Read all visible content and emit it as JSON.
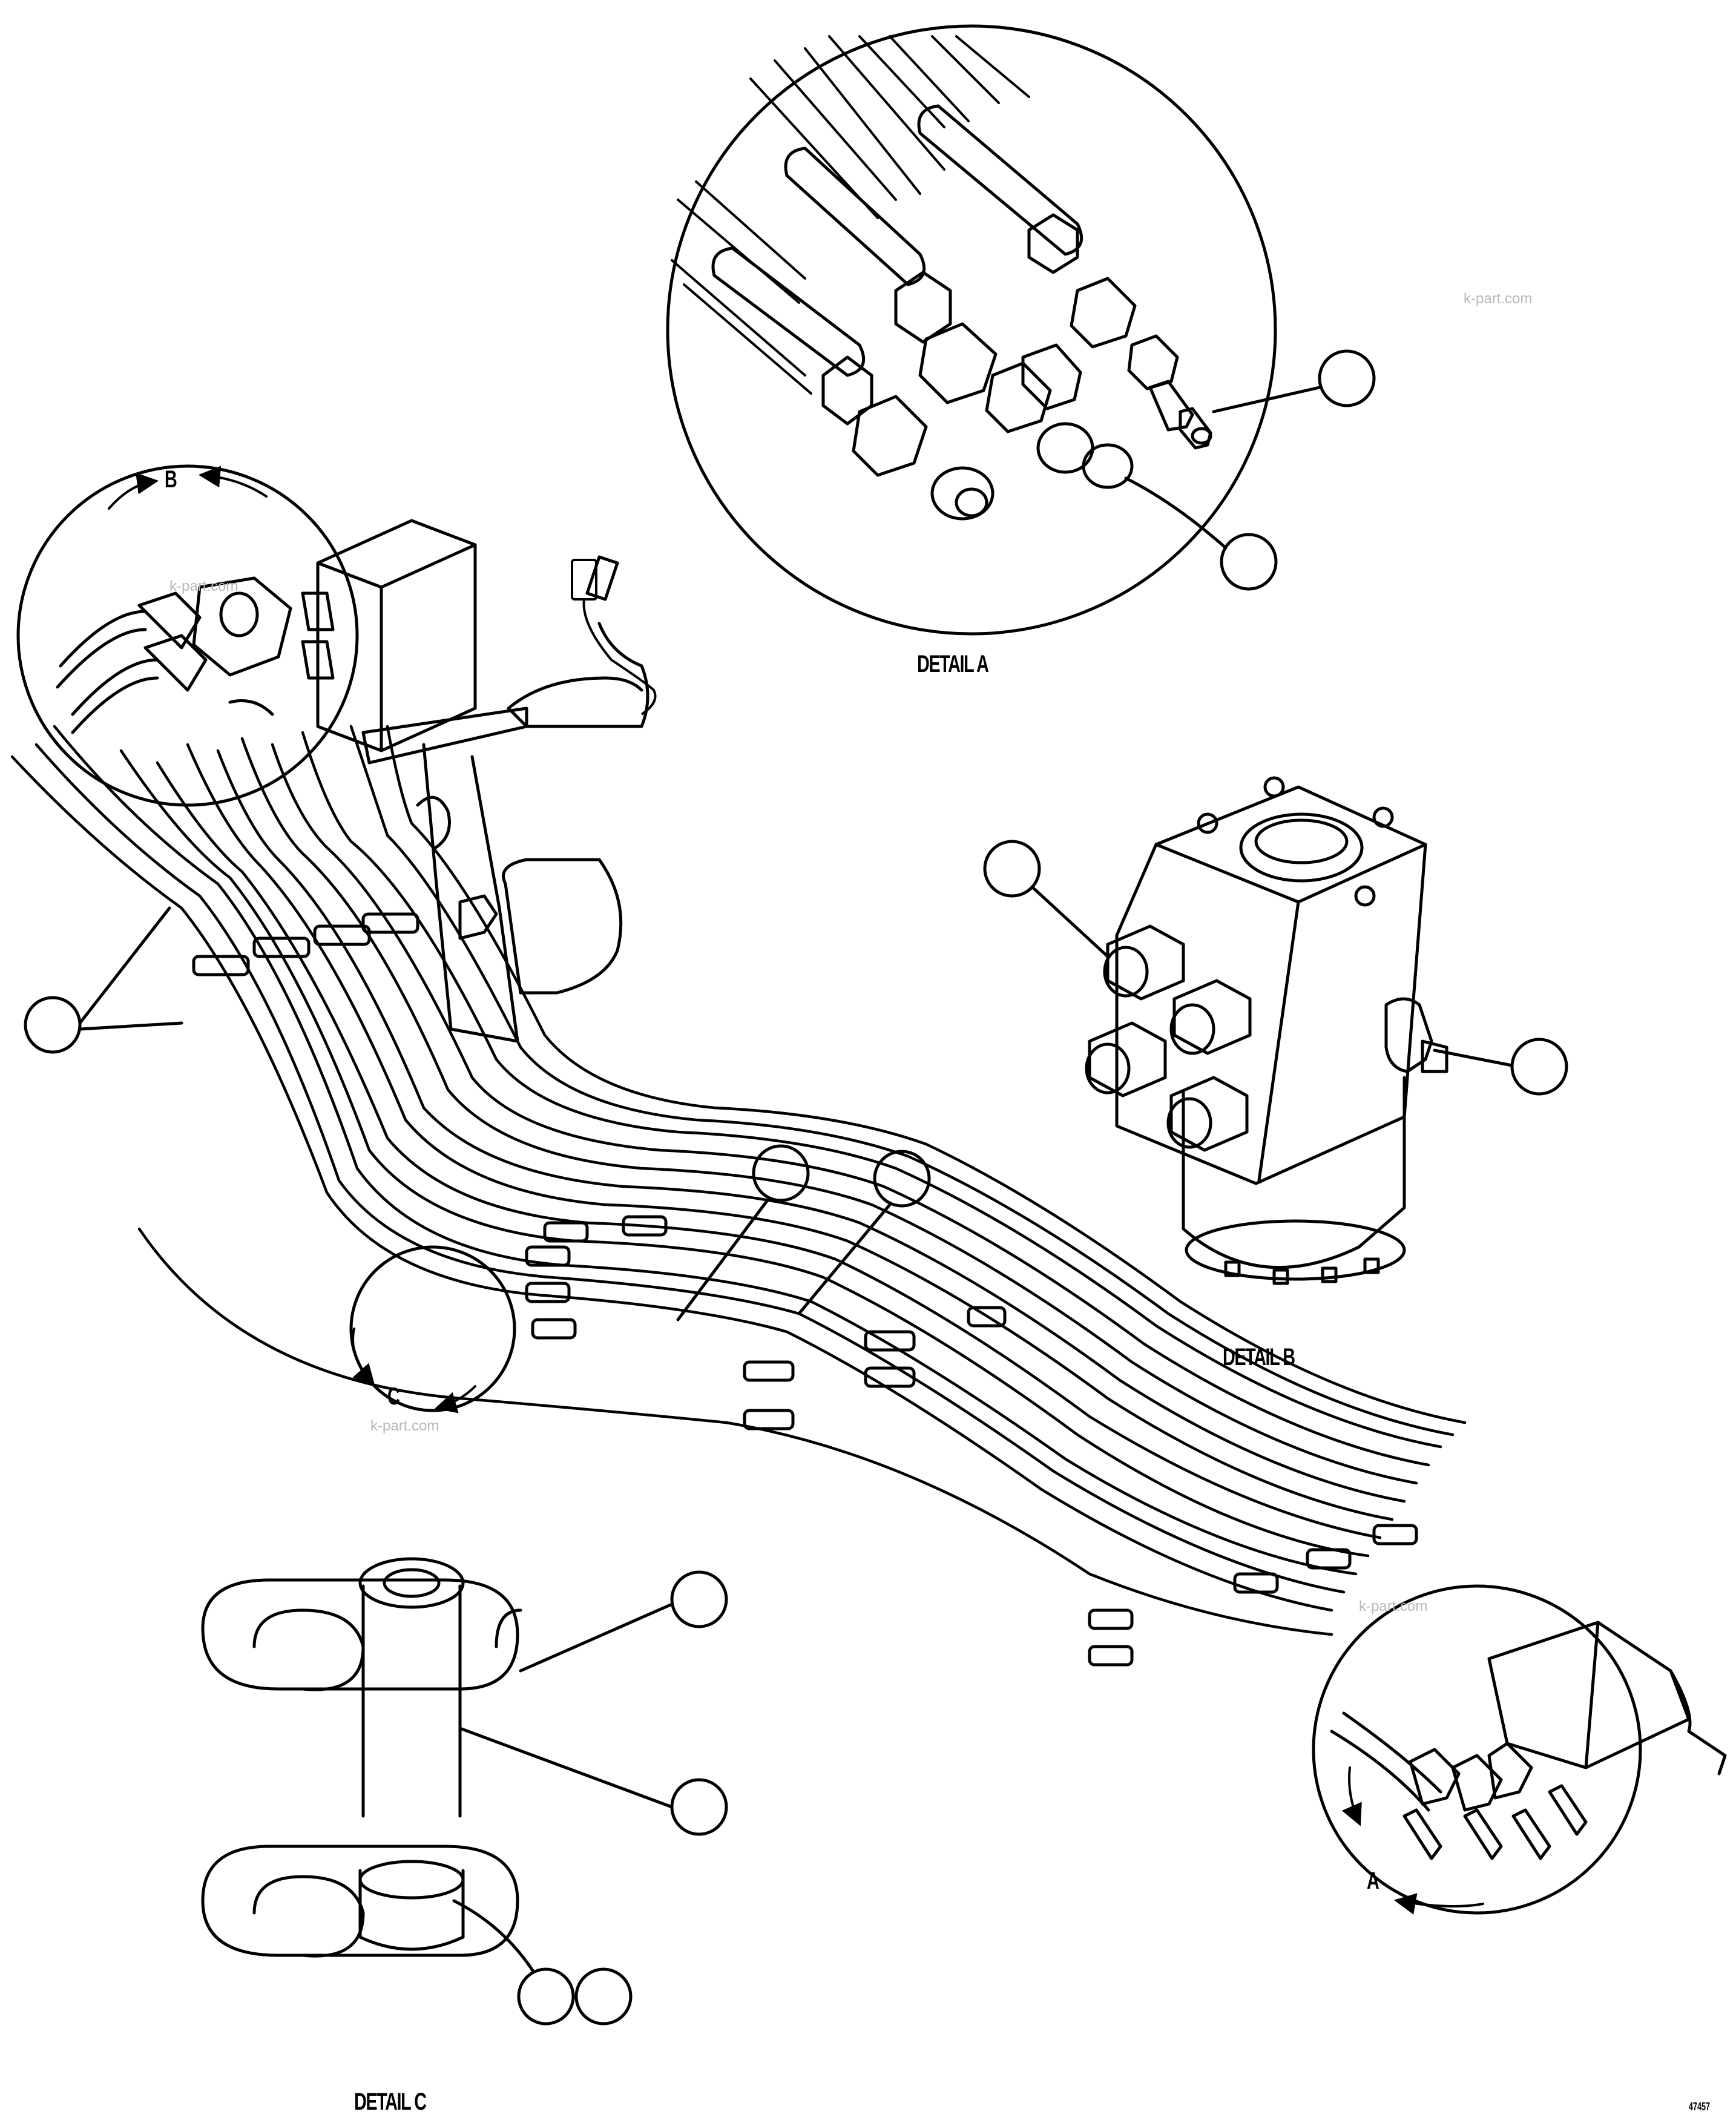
{
  "detail_labels": {
    "a": "DETAIL A",
    "b": "DETAIL B",
    "c": "DETAIL C"
  },
  "view_letters": {
    "a": "A",
    "b": "B",
    "c": "C"
  },
  "watermark": "k-part.com",
  "drawing_code": "47457"
}
